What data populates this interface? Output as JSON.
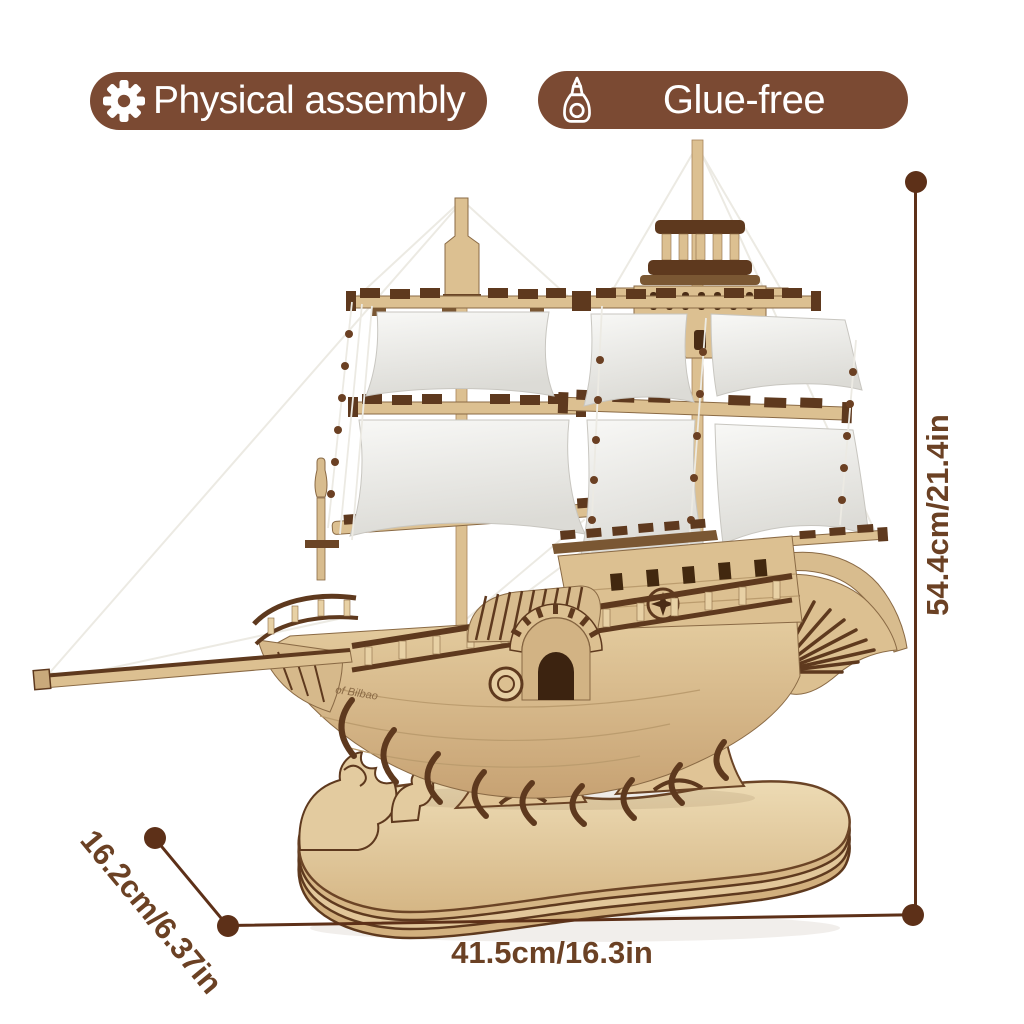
{
  "badges": {
    "physical_assembly": {
      "label": "Physical assembly",
      "icon": "gear"
    },
    "glue_free": {
      "label": "Glue-free",
      "icon": "glue-bottle"
    }
  },
  "dimension_labels": {
    "height": "54.4cm/21.4in",
    "width": "41.5cm/16.3in",
    "depth": "16.2cm/6.37in"
  },
  "ship": {
    "hull_engraving": "of Bilbao"
  },
  "colors": {
    "badge_background": "#7b4a33",
    "badge_text": "#ffffff",
    "dimension_line": "#5d3018",
    "dimension_text": "#6b4124",
    "wood_light": "#ddc295",
    "wood_dark": "#5e391e",
    "sail": "#f5f4f1"
  }
}
